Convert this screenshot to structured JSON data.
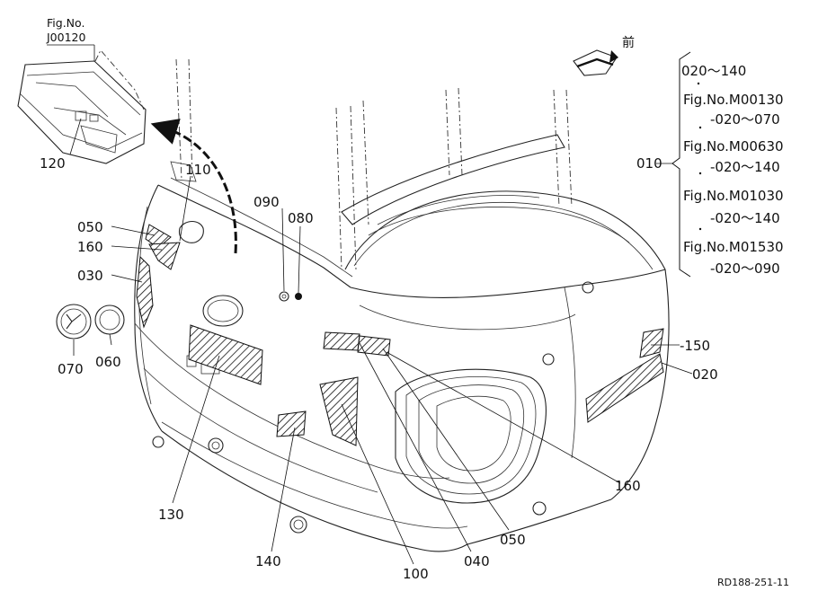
{
  "figure_ref": {
    "line1": "Fig.No.",
    "line2": "J00120"
  },
  "direction": {
    "label": "前"
  },
  "bracket": {
    "label": "010",
    "lines": [
      "020～140",
      "Fig.No.M00130",
      "-020～070",
      "Fig.No.M00630",
      "-020～140",
      "Fig.No.M01030",
      "-020～140",
      "Fig.No.M01530",
      "-020～090"
    ]
  },
  "callouts": {
    "c120": "120",
    "c110": "110",
    "c090": "090",
    "c080": "080",
    "c050a": "050",
    "c160a": "160",
    "c030": "030",
    "c070": "070",
    "c060": "060",
    "c150": "-150",
    "c020": "020",
    "c130": "130",
    "c140": "140",
    "c100": "100",
    "c040": "040",
    "c050b": "050",
    "c160b": "160"
  },
  "corner_code": "RD188-251-11"
}
